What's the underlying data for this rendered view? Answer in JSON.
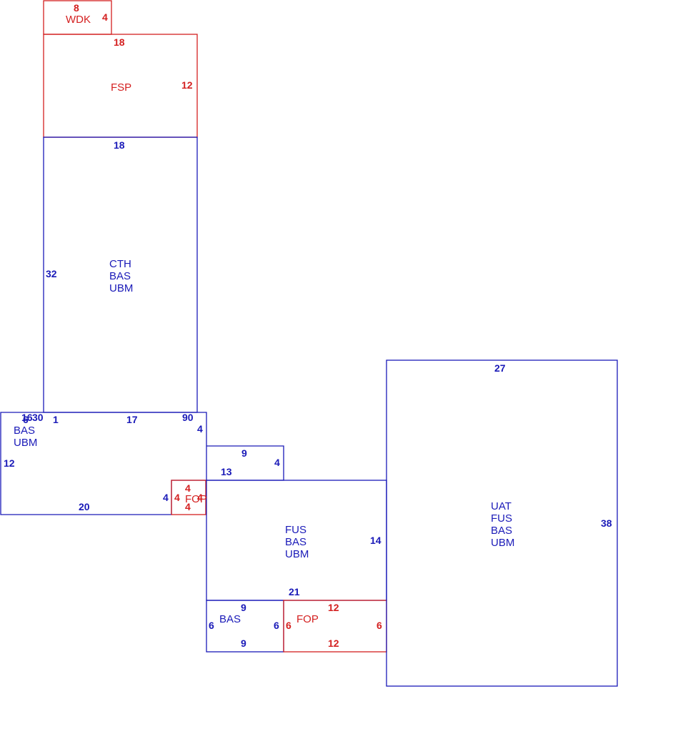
{
  "colors": {
    "blue": "#1a1ab8",
    "red": "#d42020",
    "background": "#ffffff"
  },
  "areas": {
    "wdk": {
      "label": "WDK"
    },
    "fsp": {
      "label": "FSP"
    },
    "cth": {
      "lines": [
        "CTH",
        "BAS",
        "UBM"
      ]
    },
    "left_bas": {
      "lines": [
        "BAS",
        "UBM"
      ]
    },
    "fop_small": {
      "label": "FOP"
    },
    "fus": {
      "lines": [
        "FUS",
        "BAS",
        "UBM"
      ]
    },
    "bas_small": {
      "label": "BAS"
    },
    "fop_bottom": {
      "label": "FOP"
    },
    "uat": {
      "lines": [
        "UAT",
        "FUS",
        "BAS",
        "UBM"
      ]
    }
  },
  "dimensions": {
    "wdk_top": "8",
    "wdk_right": "4",
    "fsp_top": "18",
    "fsp_right": "12",
    "cth_top": "18",
    "cth_left": "32",
    "left_top_overlap_a": "16",
    "left_top_overlap_b": "30",
    "left_top_overlap_c": "6",
    "left_top_1": "1",
    "left_top_17": "17",
    "left_top_90": "90",
    "left_step_4": "4",
    "left_step_9": "9",
    "left_right_4": "4",
    "left_13": "13",
    "left_side_12": "12",
    "left_bottom_20": "20",
    "left_inner_4": "4",
    "fop_small_top": "4",
    "fop_small_left": "4",
    "fop_small_bottom": "4",
    "fop_small_right": "4",
    "fus_right_14": "14",
    "fus_bottom_21": "21",
    "bas_small_top": "9",
    "bas_small_left": "6",
    "bas_small_right": "6",
    "bas_small_bottom": "9",
    "fop_bottom_top": "12",
    "fop_bottom_left": "6",
    "fop_bottom_right": "6",
    "fop_bottom_bottom": "12",
    "uat_top": "27",
    "uat_right": "38"
  }
}
